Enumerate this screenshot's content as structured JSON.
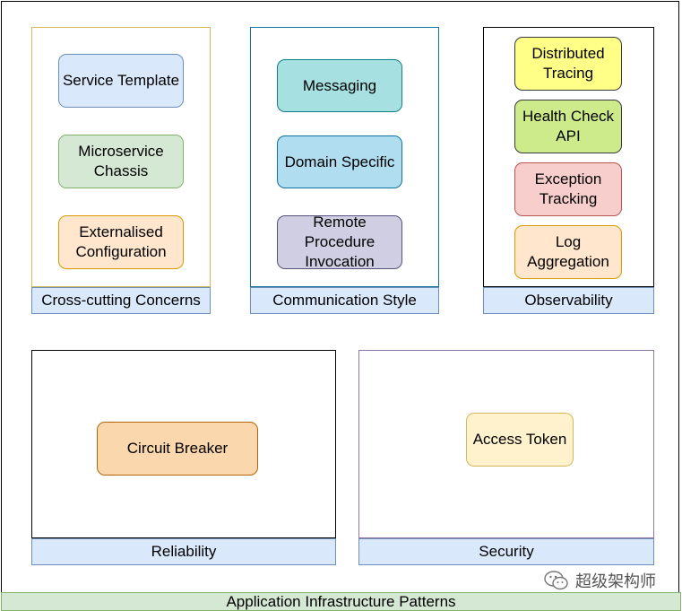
{
  "groups": {
    "cross_cutting": {
      "label": "Cross-cutting Concerns",
      "items": [
        "Service Template",
        "Microservice Chassis",
        "Externalised Configuration"
      ]
    },
    "communication": {
      "label": "Communication Style",
      "items": [
        "Messaging",
        "Domain Specific",
        "Remote Procedure Invocation"
      ]
    },
    "observability": {
      "label": "Observability",
      "items": [
        "Distributed Tracing",
        "Health Check API",
        "Exception Tracking",
        "Log Aggregation"
      ]
    },
    "reliability": {
      "label": "Reliability",
      "items": [
        "Circuit Breaker"
      ]
    },
    "security": {
      "label": "Security",
      "items": [
        "Access Token"
      ]
    }
  },
  "footer": "Application Infrastructure Patterns",
  "watermark": {
    "text": "超级架构师",
    "icon": "wechat-icon"
  },
  "colors": {
    "label_fill": "#dae8fc",
    "footer_fill": "#d5e8d4"
  }
}
